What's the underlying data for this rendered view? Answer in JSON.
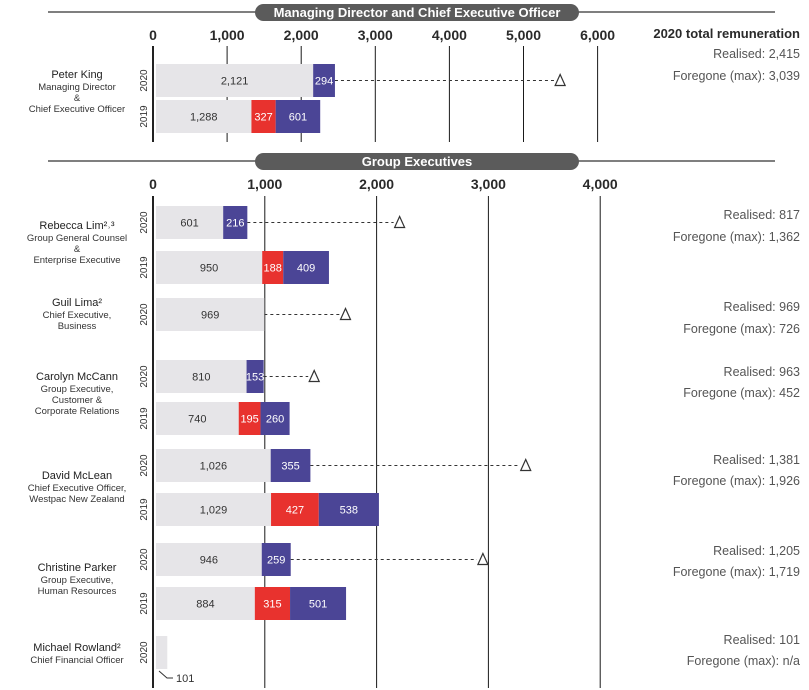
{
  "colors": {
    "base": "#e6e5e8",
    "foregone_partial": "#e8322e",
    "vested": "#4b4596",
    "header_bg": "#5b5b5b",
    "axis": "#222222"
  },
  "chart_data": [
    {
      "type": "bar",
      "title": "Managing Director and Chief Executive Officer",
      "right_header": "2020 total remuneration",
      "xlim": [
        0,
        6000
      ],
      "ticks": [
        "0",
        "1,000",
        "2,000",
        "3,000",
        "4,000",
        "5,000",
        "6,000"
      ],
      "tick_values": [
        0,
        1000,
        2000,
        3000,
        4000,
        5000,
        6000
      ],
      "people": [
        {
          "name": "Peter King",
          "role_lines": [
            "Managing Director",
            "&",
            "Chief Executive Officer"
          ],
          "realised": "Realised: 2,415",
          "foregone": "Foregone (max): 3,039",
          "max_marker": 5454,
          "rows": [
            {
              "year": "2020",
              "segments": [
                {
                  "value": 2121,
                  "label": "2,121",
                  "kind": "base"
                },
                {
                  "value": 294,
                  "label": "294",
                  "kind": "vested"
                }
              ]
            },
            {
              "year": "2019",
              "segments": [
                {
                  "value": 1288,
                  "label": "1,288",
                  "kind": "base"
                },
                {
                  "value": 327,
                  "label": "327",
                  "kind": "red"
                },
                {
                  "value": 601,
                  "label": "601",
                  "kind": "vested"
                }
              ]
            }
          ]
        }
      ]
    },
    {
      "type": "bar",
      "title": "Group Executives",
      "xlim": [
        0,
        4000
      ],
      "ticks": [
        "0",
        "1,000",
        "2,000",
        "3,000",
        "4,000"
      ],
      "tick_values": [
        0,
        1000,
        2000,
        3000,
        4000
      ],
      "people": [
        {
          "name": "Rebecca Lim²˒³",
          "role_lines": [
            "Group General Counsel",
            "&",
            "Enterprise Executive"
          ],
          "realised": "Realised: 817",
          "foregone": "Foregone (max): 1,362",
          "max_marker": 2179,
          "rows": [
            {
              "year": "2020",
              "segments": [
                {
                  "value": 601,
                  "label": "601",
                  "kind": "base"
                },
                {
                  "value": 216,
                  "label": "216",
                  "kind": "vested"
                }
              ]
            },
            {
              "year": "2019",
              "segments": [
                {
                  "value": 950,
                  "label": "950",
                  "kind": "base"
                },
                {
                  "value": 188,
                  "label": "188",
                  "kind": "red"
                },
                {
                  "value": 409,
                  "label": "409",
                  "kind": "vested"
                }
              ]
            }
          ]
        },
        {
          "name": "Guil Lima²",
          "role_lines": [
            "Chief Executive,",
            "Business"
          ],
          "realised": "Realised: 969",
          "foregone": "Foregone (max): 726",
          "max_marker": 1695,
          "rows": [
            {
              "year": "2020",
              "segments": [
                {
                  "value": 969,
                  "label": "969",
                  "kind": "base"
                }
              ]
            }
          ]
        },
        {
          "name": "Carolyn McCann",
          "role_lines": [
            "Group Executive,",
            "Customer &",
            "Corporate Relations"
          ],
          "realised": "Realised: 963",
          "foregone": "Foregone (max): 452",
          "max_marker": 1415,
          "rows": [
            {
              "year": "2020",
              "segments": [
                {
                  "value": 810,
                  "label": "810",
                  "kind": "base"
                },
                {
                  "value": 153,
                  "label": "153",
                  "kind": "vested"
                }
              ]
            },
            {
              "year": "2019",
              "segments": [
                {
                  "value": 740,
                  "label": "740",
                  "kind": "base"
                },
                {
                  "value": 195,
                  "label": "195",
                  "kind": "red"
                },
                {
                  "value": 260,
                  "label": "260",
                  "kind": "vested"
                }
              ]
            }
          ]
        },
        {
          "name": "David McLean",
          "role_lines": [
            "Chief Executive Officer,",
            "Westpac New Zealand"
          ],
          "realised": "Realised: 1,381",
          "foregone": "Foregone (max): 1,926",
          "max_marker": 3307,
          "rows": [
            {
              "year": "2020",
              "segments": [
                {
                  "value": 1026,
                  "label": "1,026",
                  "kind": "base"
                },
                {
                  "value": 355,
                  "label": "355",
                  "kind": "vested"
                }
              ]
            },
            {
              "year": "2019",
              "segments": [
                {
                  "value": 1029,
                  "label": "1,029",
                  "kind": "base"
                },
                {
                  "value": 427,
                  "label": "427",
                  "kind": "red"
                },
                {
                  "value": 538,
                  "label": "538",
                  "kind": "vested"
                }
              ]
            }
          ]
        },
        {
          "name": "Christine Parker",
          "role_lines": [
            "Group Executive,",
            "Human Resources"
          ],
          "realised": "Realised: 1,205",
          "foregone": "Foregone (max): 1,719",
          "max_marker": 2924,
          "rows": [
            {
              "year": "2020",
              "segments": [
                {
                  "value": 946,
                  "label": "946",
                  "kind": "base"
                },
                {
                  "value": 259,
                  "label": "259",
                  "kind": "vested"
                }
              ]
            },
            {
              "year": "2019",
              "segments": [
                {
                  "value": 884,
                  "label": "884",
                  "kind": "base"
                },
                {
                  "value": 315,
                  "label": "315",
                  "kind": "red"
                },
                {
                  "value": 501,
                  "label": "501",
                  "kind": "vested"
                }
              ]
            }
          ]
        },
        {
          "name": "Michael Rowland²",
          "role_lines": [
            "Chief Financial Officer"
          ],
          "realised": "Realised: 101",
          "foregone": "Foregone (max): n/a",
          "callout": "101",
          "rows": [
            {
              "year": "2020",
              "segments": [
                {
                  "value": 101,
                  "label": "",
                  "kind": "base"
                }
              ]
            }
          ]
        }
      ]
    }
  ]
}
